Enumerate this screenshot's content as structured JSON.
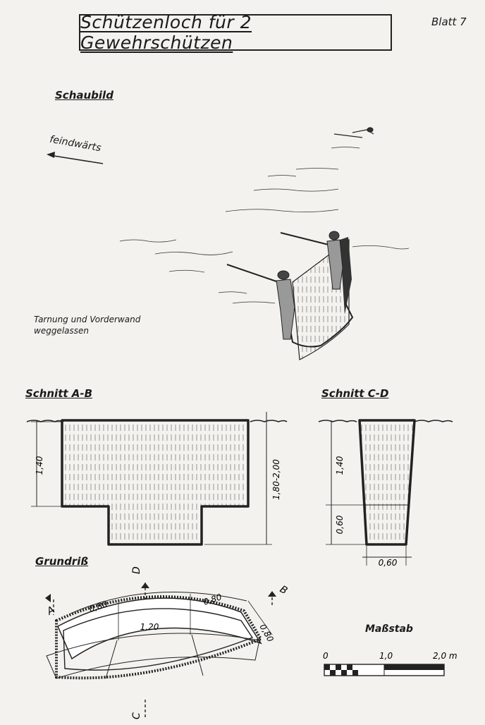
{
  "title": "Schützenloch für 2 Gewehrschützen",
  "sheet": "Blatt 7",
  "perspective": {
    "heading": "Schaubild",
    "direction_label": "feindwärts",
    "note_line1": "Tarnung und Vorderwand",
    "note_line2": "weggelassen"
  },
  "section_ab": {
    "heading": "Schnitt A-B",
    "dim_upper": "1,40",
    "dim_total": "1,80-2,00"
  },
  "section_cd": {
    "heading": "Schnitt C-D",
    "dim_upper": "1,40",
    "dim_lower": "0,60",
    "dim_width": "0,60"
  },
  "plan": {
    "heading": "Grundriß",
    "dim_left": "0,80",
    "dim_middle": "1,20",
    "dim_right": "0,80",
    "dim_depth": "0,80",
    "marker_a": "A",
    "marker_b": "B",
    "marker_c": "C",
    "marker_d": "D"
  },
  "scale": {
    "heading": "Maßstab",
    "tick_0": "0",
    "tick_1": "1,0",
    "tick_2": "2,0 m"
  }
}
